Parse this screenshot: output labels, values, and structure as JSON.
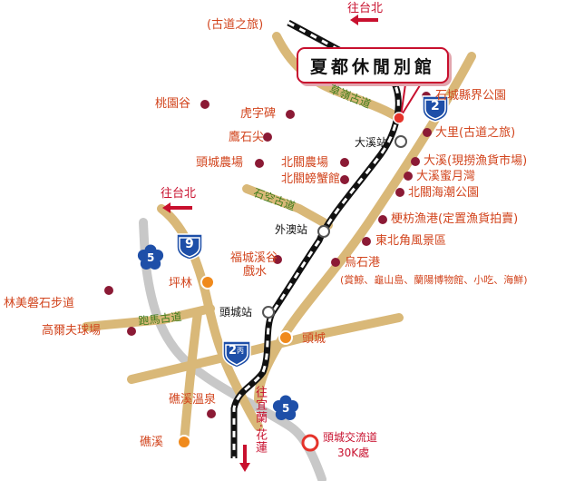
{
  "resort": {
    "name": "夏都休閒別館",
    "color": "#e5332a"
  },
  "directions": {
    "north_top": "往台北",
    "north_left": "往台北",
    "south": "往宜蘭·花蓮",
    "ancient_trail": "(古道之旅)"
  },
  "highway_shields": [
    "2",
    "9",
    "2",
    "5",
    "5"
  ],
  "highway_shield_extra": "丙",
  "roads": {
    "caoling": "草嶺古道",
    "shikong": "石空古道",
    "paoma": "跑馬古道"
  },
  "stations": [
    "大溪站",
    "外澳站",
    "頭城站"
  ],
  "pois_east": [
    "石城縣界公園",
    "大里(古道之旅)",
    "大溪(現撈漁貨市場)",
    "大溪蜜月灣",
    "北關海潮公園",
    "梗枋漁港(定置漁貨拍賣)",
    "東北角風景區",
    "烏石港"
  ],
  "poi_wushi_note": "(賞鯨、龜山島、蘭陽博物館、小吃、海鮮)",
  "pois_west": [
    "桃園谷",
    "虎字碑",
    "鷹石尖",
    "頭城農場",
    "北關農場",
    "北關螃蟹館",
    "福城溪谷",
    "戲水",
    "林美磐石步道",
    "高爾夫球場",
    "礁溪溫泉"
  ],
  "towns": [
    "坪林",
    "頭城",
    "礁溪"
  ],
  "interchange": {
    "name": "頭城交流道",
    "distance": "30K處"
  },
  "colors": {
    "road_main": "#d9b878",
    "road_grey": "#c8c8c8",
    "poi_dot": "#8b1a35",
    "town_dot": "#f08a1c",
    "label_red": "#d2451e",
    "shield_blue": "#1e4fa8"
  }
}
